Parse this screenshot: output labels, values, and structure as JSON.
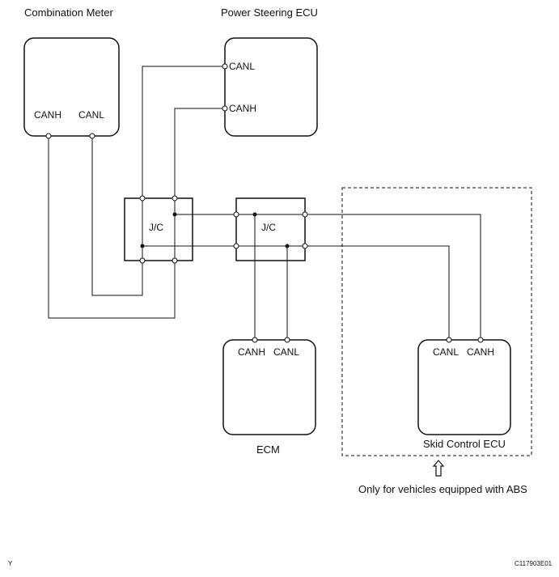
{
  "components": {
    "combination_meter": {
      "title": "Combination Meter",
      "pin_canh": "CANH",
      "pin_canl": "CANL"
    },
    "power_steering_ecu": {
      "title": "Power Steering ECU",
      "pin_canl": "CANL",
      "pin_canh": "CANH"
    },
    "junction_left": {
      "label": "J/C"
    },
    "junction_right": {
      "label": "J/C"
    },
    "ecm": {
      "title": "ECM",
      "pin_canh": "CANH",
      "pin_canl": "CANL"
    },
    "skid_control_ecu": {
      "title": "Skid Control ECU",
      "pin_canl": "CANL",
      "pin_canh": "CANH"
    }
  },
  "note": {
    "text": "Only for vehicles equipped with ABS",
    "arrow_icon": "up-arrow-icon"
  },
  "footer": {
    "left": "Y",
    "right": "C117903E01"
  }
}
